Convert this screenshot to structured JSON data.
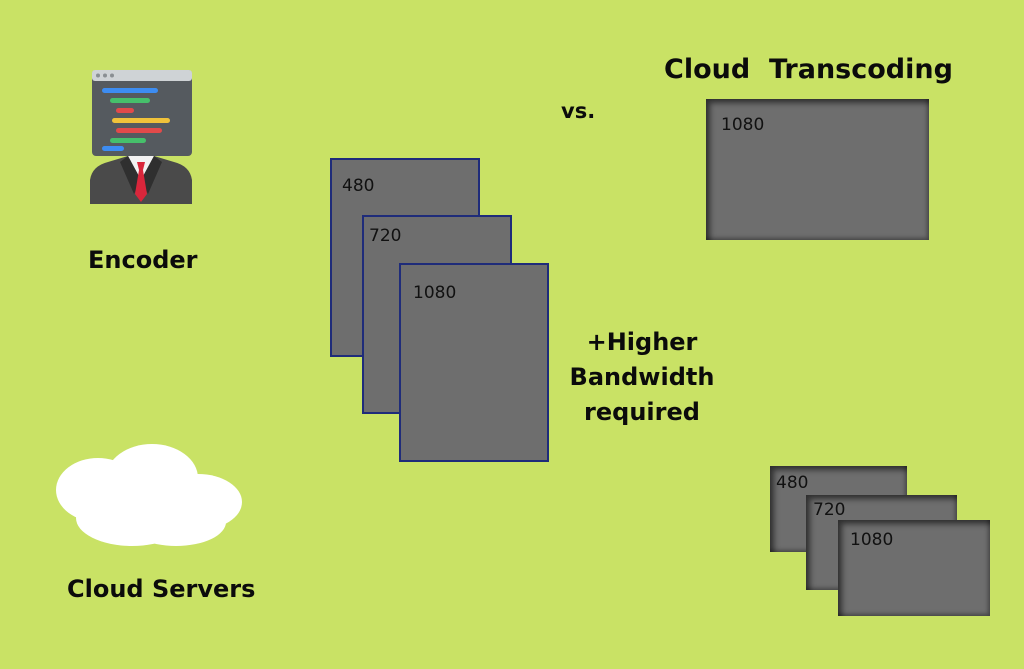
{
  "left": {
    "encoder_label": "Encoder",
    "cloud_label": "Cloud Servers"
  },
  "middle": {
    "vs_label": "vs.",
    "frames": [
      "480",
      "720",
      "1080"
    ],
    "bandwidth_note": [
      "+Higher",
      "Bandwidth",
      "required"
    ]
  },
  "right": {
    "title": "Cloud  Transcoding",
    "source_frame": "1080",
    "output_frames": [
      "480",
      "720",
      "1080"
    ]
  },
  "colors": {
    "background": "#c9e265",
    "frame_fill": "#6e6e6e",
    "frame_border": "#1f2c7a"
  }
}
